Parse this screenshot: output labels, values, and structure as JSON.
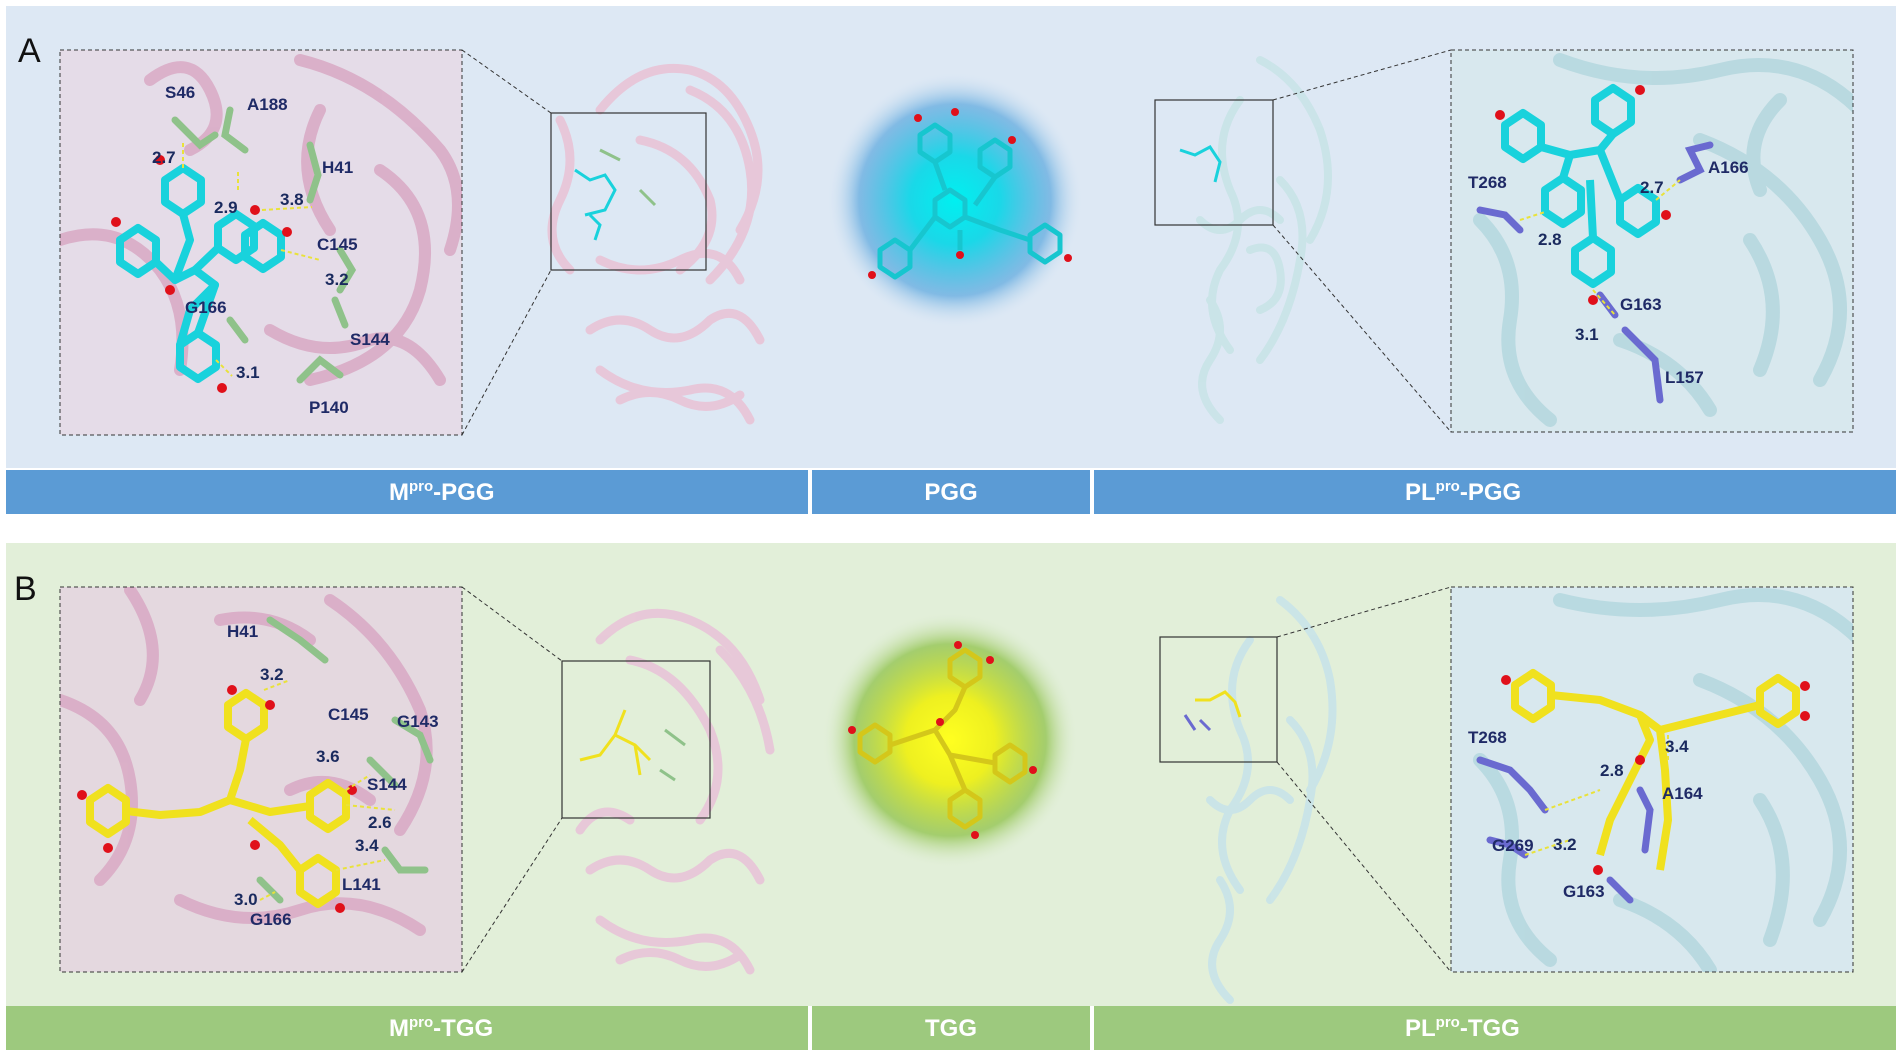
{
  "panel_a": {
    "letter": "A",
    "mpro_labels": {
      "s46": "S46",
      "a188": "A188",
      "h41": "H41",
      "c145": "C145",
      "g166": "G166",
      "s144": "S144",
      "p140": "P140",
      "d27": "2.7",
      "d29": "2.9",
      "d38": "3.8",
      "d32": "3.2",
      "d31": "3.1"
    },
    "plpro_labels": {
      "a166": "A166",
      "t268": "T268",
      "g163": "G163",
      "l157": "L157",
      "d27": "2.7",
      "d28": "2.8",
      "d31": "3.1"
    },
    "bars": {
      "mpro_main": "M",
      "mpro_sup": "pro",
      "mpro_suffix": "-PGG",
      "ligand": "PGG",
      "plpro_main": "PL",
      "plpro_sup": "pro",
      "plpro_suffix": "-PGG"
    }
  },
  "panel_b": {
    "letter": "B",
    "mpro_labels": {
      "h41": "H41",
      "c145": "C145",
      "g143": "G143",
      "s144": "S144",
      "l141": "L141",
      "g166": "G166",
      "d32": "3.2",
      "d36": "3.6",
      "d26": "2.6",
      "d34": "3.4",
      "d30": "3.0"
    },
    "plpro_labels": {
      "t268": "T268",
      "a164": "A164",
      "g269": "G269",
      "g163": "G163",
      "d28": "2.8",
      "d34": "3.4",
      "d32": "3.2"
    },
    "bars": {
      "mpro_main": "M",
      "mpro_sup": "pro",
      "mpro_suffix": "-TGG",
      "ligand": "TGG",
      "plpro_main": "PL",
      "plpro_sup": "pro",
      "plpro_suffix": "-TGG"
    }
  },
  "colors": {
    "panel_a_bg": "#dde8f4",
    "panel_b_bg": "#e2efd9",
    "bar_a": "#5b9bd5",
    "bar_b": "#9dc97e",
    "mpro_ribbon": "#e8c6d8",
    "plpro_ribbon": "#c9e4e8",
    "pgg_carbon": "#19d2dc",
    "tgg_carbon": "#f0e11e",
    "oxygen": "#e0101a",
    "mpro_residue": "#8fc28a",
    "plpro_residue": "#6a6ad0",
    "hbond": "#e9e23a"
  }
}
